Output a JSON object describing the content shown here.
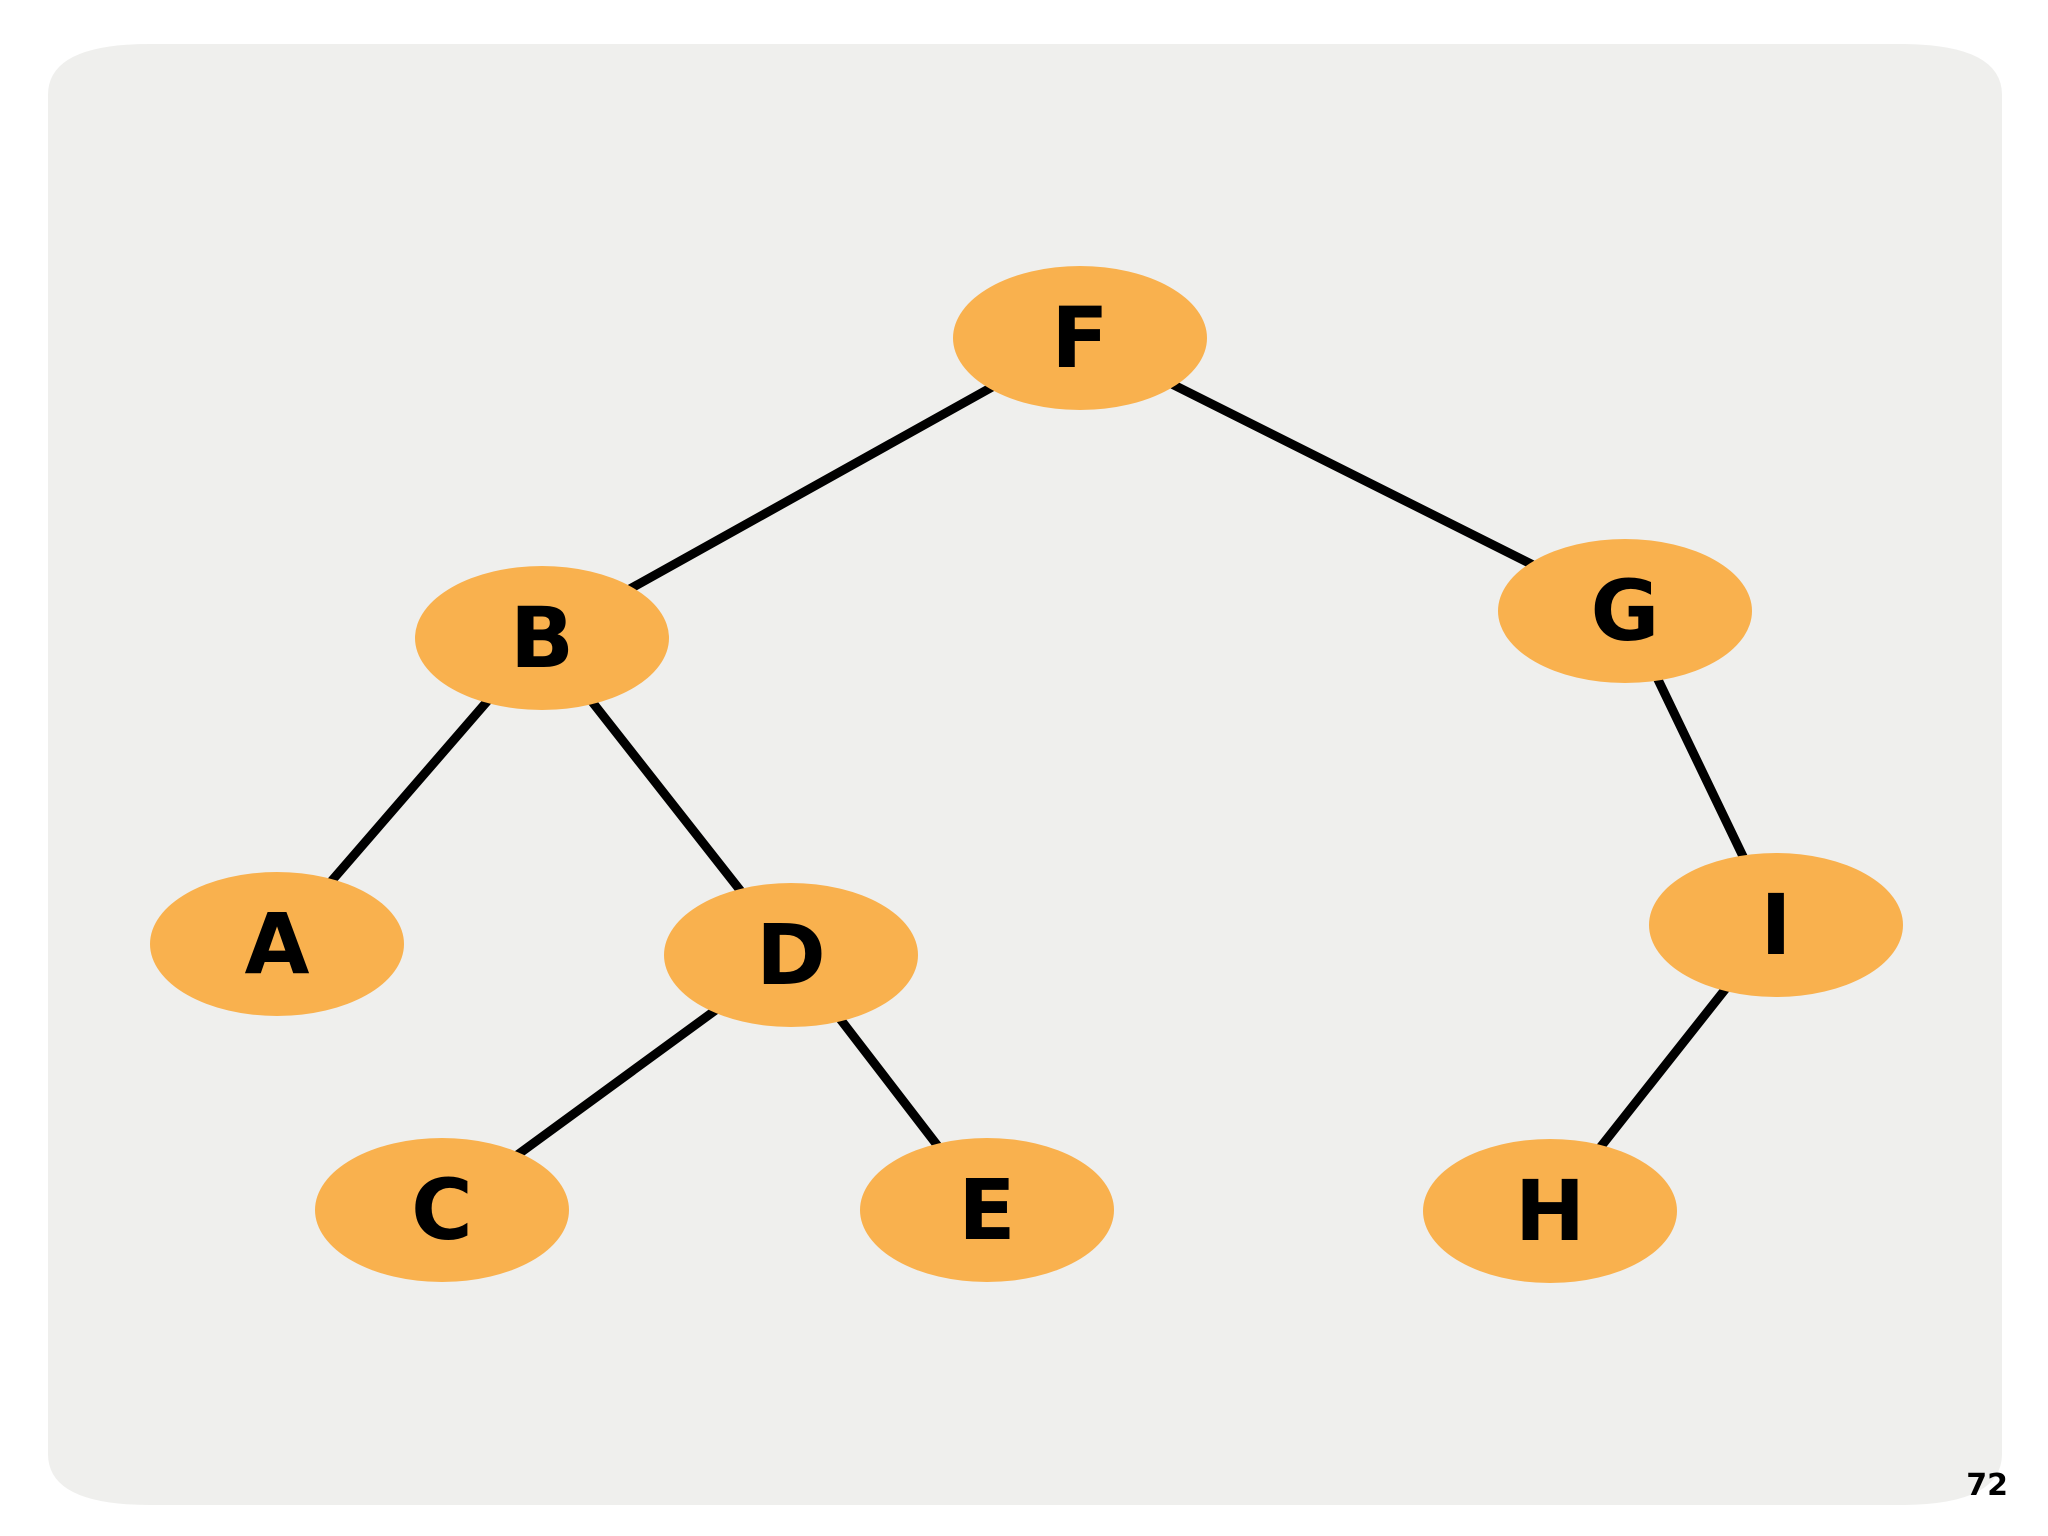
{
  "colors": {
    "background": "#ffffff",
    "panel": "#efefed",
    "node_fill": "#f9b14e",
    "edge": "#000000",
    "label": "#000000"
  },
  "tree": {
    "nodes": [
      {
        "id": "F",
        "label": "F"
      },
      {
        "id": "B",
        "label": "B"
      },
      {
        "id": "G",
        "label": "G"
      },
      {
        "id": "A",
        "label": "A"
      },
      {
        "id": "D",
        "label": "D"
      },
      {
        "id": "I",
        "label": "I"
      },
      {
        "id": "C",
        "label": "C"
      },
      {
        "id": "E",
        "label": "E"
      },
      {
        "id": "H",
        "label": "H"
      }
    ],
    "edges": [
      {
        "from": "F",
        "to": "B"
      },
      {
        "from": "F",
        "to": "G"
      },
      {
        "from": "B",
        "to": "A"
      },
      {
        "from": "B",
        "to": "D"
      },
      {
        "from": "D",
        "to": "C"
      },
      {
        "from": "D",
        "to": "E"
      },
      {
        "from": "G",
        "to": "I"
      },
      {
        "from": "I",
        "to": "H"
      }
    ]
  },
  "footer": {
    "page_number": "72"
  }
}
